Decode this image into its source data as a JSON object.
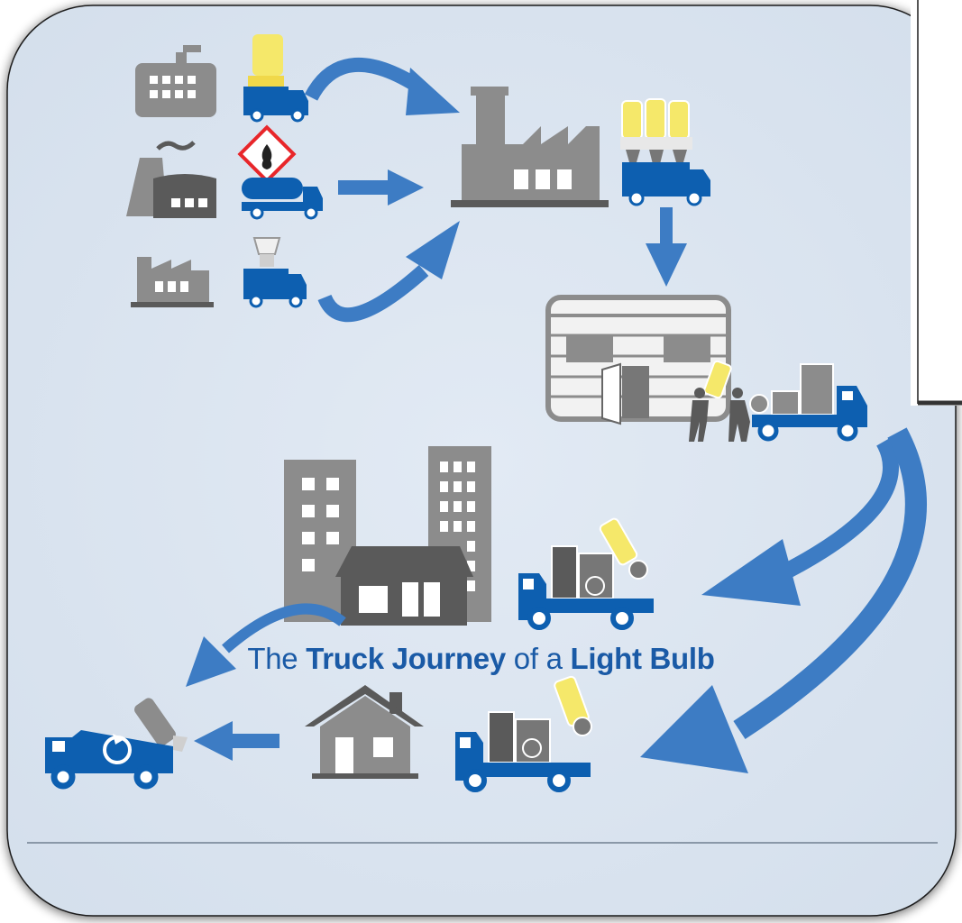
{
  "caption": {
    "p1": "The ",
    "b1": "Truck Journey",
    "p2": " of a ",
    "b2": "Light Bulb"
  },
  "colors": {
    "panel_bg": "#dde6f1",
    "gray": "#8c8c8c",
    "dark_gray": "#5a5a5a",
    "blue": "#0d5fb0",
    "arrow_blue": "#3d7cc4",
    "bulb_yellow": "#f5e86a",
    "hazard_red": "#e8262a",
    "rule": "#8a98a8"
  },
  "icons": {
    "suppliers": [
      "factory-icon",
      "chemical-plant-icon",
      "small-factory-icon"
    ],
    "supplier_trucks": [
      "bulb-glass-truck-icon",
      "hazard-tanker-truck-icon",
      "bulb-base-truck-icon"
    ],
    "hazard_symbol": "flammable-hazard-icon",
    "assembly": "assembly-factory-icon",
    "distribution": "warehouse-icon",
    "business": "office-buildings-icon",
    "home": "house-icon",
    "recycling": "recycling-truck-icon"
  }
}
